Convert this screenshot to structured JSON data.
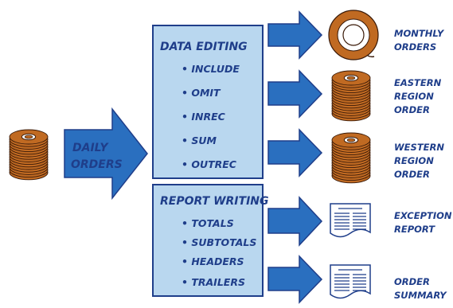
{
  "input": {
    "label_lines": [
      "DAILY",
      "ORDERS"
    ]
  },
  "data_editing": {
    "title": "DATA EDITING",
    "items": [
      "• INCLUDE",
      "• OMIT",
      "• INREC",
      "• SUM",
      "• OUTREC"
    ]
  },
  "report_writing": {
    "title": "REPORT WRITING",
    "items": [
      "• TOTALS",
      "• SUBTOTALS",
      "• HEADERS",
      "• TRAILERS"
    ]
  },
  "outputs": {
    "monthly": {
      "icon": "tape-reel-icon",
      "label_lines": [
        "MONTHLY",
        "ORDERS"
      ]
    },
    "eastern": {
      "icon": "disk-stack-icon",
      "label_lines": [
        "EASTERN",
        "REGION",
        "ORDER"
      ]
    },
    "western": {
      "icon": "disk-stack-icon",
      "label_lines": [
        "WESTERN",
        "REGION",
        "ORDER"
      ]
    },
    "exception": {
      "icon": "report-document-icon",
      "label_lines": [
        "EXCEPTION",
        "REPORT"
      ]
    },
    "summary": {
      "icon": "report-document-icon",
      "label_lines": [
        "ORDER",
        "SUMMARY"
      ]
    }
  },
  "colors": {
    "text": "#1f3e8a",
    "box_fill": "#b9d7ef",
    "arrow_fill": "#2a6fbf",
    "disk_fill": "#c06a22"
  }
}
